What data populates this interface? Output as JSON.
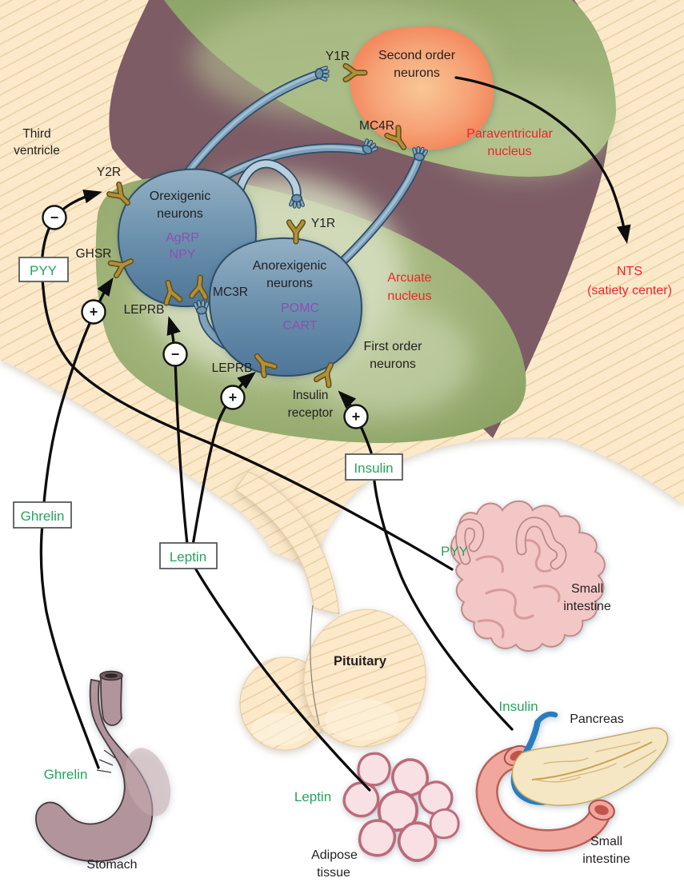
{
  "brain": {
    "third_ventricle": {
      "l1": "Third",
      "l2": "ventricle"
    },
    "paraventricular": {
      "l1": "Paraventricular",
      "l2": "nucleus"
    },
    "arcuate": {
      "l1": "Arcuate",
      "l2": "nucleus"
    },
    "nts": {
      "l1": "NTS",
      "l2": "(satiety center)"
    },
    "second_order": {
      "l1": "Second order",
      "l2": "neurons"
    },
    "first_order": {
      "l1": "First order",
      "l2": "neurons"
    },
    "orexigenic": {
      "l1": "Orexigenic",
      "l2": "neurons",
      "p1": "AgRP",
      "p2": "NPY"
    },
    "anorexigenic": {
      "l1": "Anorexigenic",
      "l2": "neurons",
      "p1": "POMC",
      "p2": "CART"
    }
  },
  "receptors": {
    "y2r": "Y2R",
    "ghsr": "GHSR",
    "leprb_left": "LEPRB",
    "leprb_right": "LEPRB",
    "mc3r": "MC3R",
    "mc4r": "MC4R",
    "y1r_top": "Y1R",
    "y1r_mid": "Y1R",
    "insulin_receptor": {
      "l1": "Insulin",
      "l2": "receptor"
    }
  },
  "signals": {
    "pyy": {
      "box": "PYY",
      "source": "PYY",
      "sign": "−"
    },
    "ghrelin": {
      "box": "Ghrelin",
      "source": "Ghrelin",
      "sign": "+"
    },
    "leptin": {
      "box": "Leptin",
      "source": "Leptin",
      "sign_orexigenic": "−",
      "sign_anorexigenic": "+"
    },
    "insulin": {
      "box": "Insulin",
      "source": "Insulin",
      "sign": "+"
    }
  },
  "organs": {
    "stomach": "Stomach",
    "pituitary": "Pituitary",
    "small_intestine_upper": {
      "l1": "Small",
      "l2": "intestine"
    },
    "adipose": {
      "l1": "Adipose",
      "l2": "tissue"
    },
    "pancreas": "Pancreas",
    "small_intestine_lower": {
      "l1": "Small",
      "l2": "intestine"
    }
  },
  "colors": {
    "red_label": "#e9262c",
    "purple_label": "#8e4fb0",
    "green_label": "#27a35c",
    "receptor_gold": "#b19038",
    "neuron_blue": "#6b91ad",
    "pvn_orange": "#f4875f",
    "nucleus_green": "#93aa6d",
    "brain_maroon": "#7d5c66",
    "ventricle_cream": "#fbe9c9"
  }
}
